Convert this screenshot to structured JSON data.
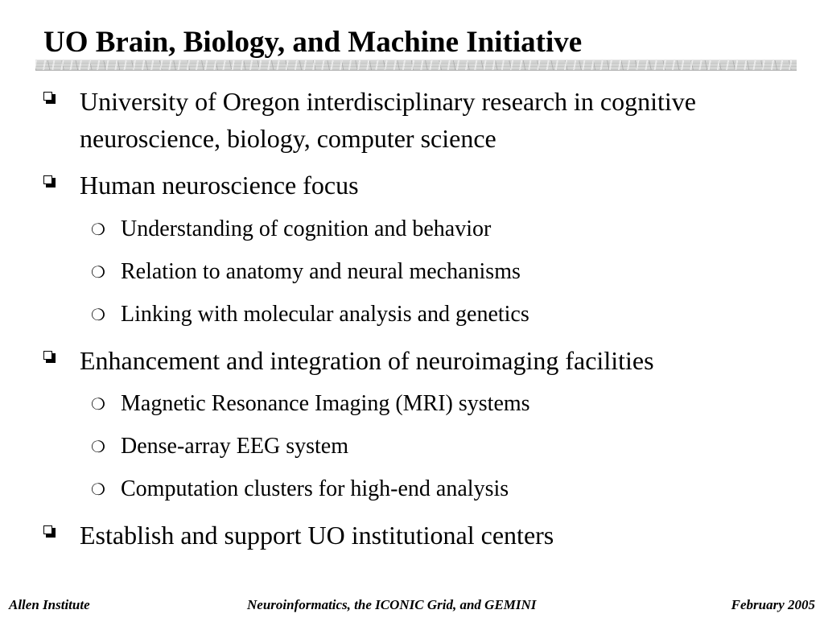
{
  "slide": {
    "title": "UO Brain, Biology, and Machine Initiative",
    "bullets": [
      {
        "level": 1,
        "text": "University of Oregon interdisciplinary research in cognitive neuroscience, biology, computer science"
      },
      {
        "level": 1,
        "text": "Human neuroscience focus"
      },
      {
        "level": 2,
        "text": "Understanding of cognition and behavior"
      },
      {
        "level": 2,
        "text": "Relation to anatomy and neural mechanisms"
      },
      {
        "level": 2,
        "text": "Linking with molecular analysis and genetics"
      },
      {
        "level": 1,
        "text": "Enhancement and integration of neuroimaging facilities"
      },
      {
        "level": 2,
        "text": "Magnetic Resonance Imaging (MRI) systems"
      },
      {
        "level": 2,
        "text": "Dense-array EEG system"
      },
      {
        "level": 2,
        "text": "Computation clusters for high-end analysis"
      },
      {
        "level": 1,
        "text": "Establish and support UO institutional centers"
      }
    ],
    "level1_marker_icon": "shadowed-square-bullet-icon",
    "level2_marker_icon": "open-circle-bullet-icon",
    "level2_marker_glyph": "❍"
  },
  "footer": {
    "left": "Allen Institute",
    "center": "Neuroinformatics, the ICONIC Grid, and GEMINI",
    "right": "February 2005"
  },
  "colors": {
    "text": "#000000",
    "background": "#ffffff",
    "title_rule": "#d4d5d4"
  }
}
